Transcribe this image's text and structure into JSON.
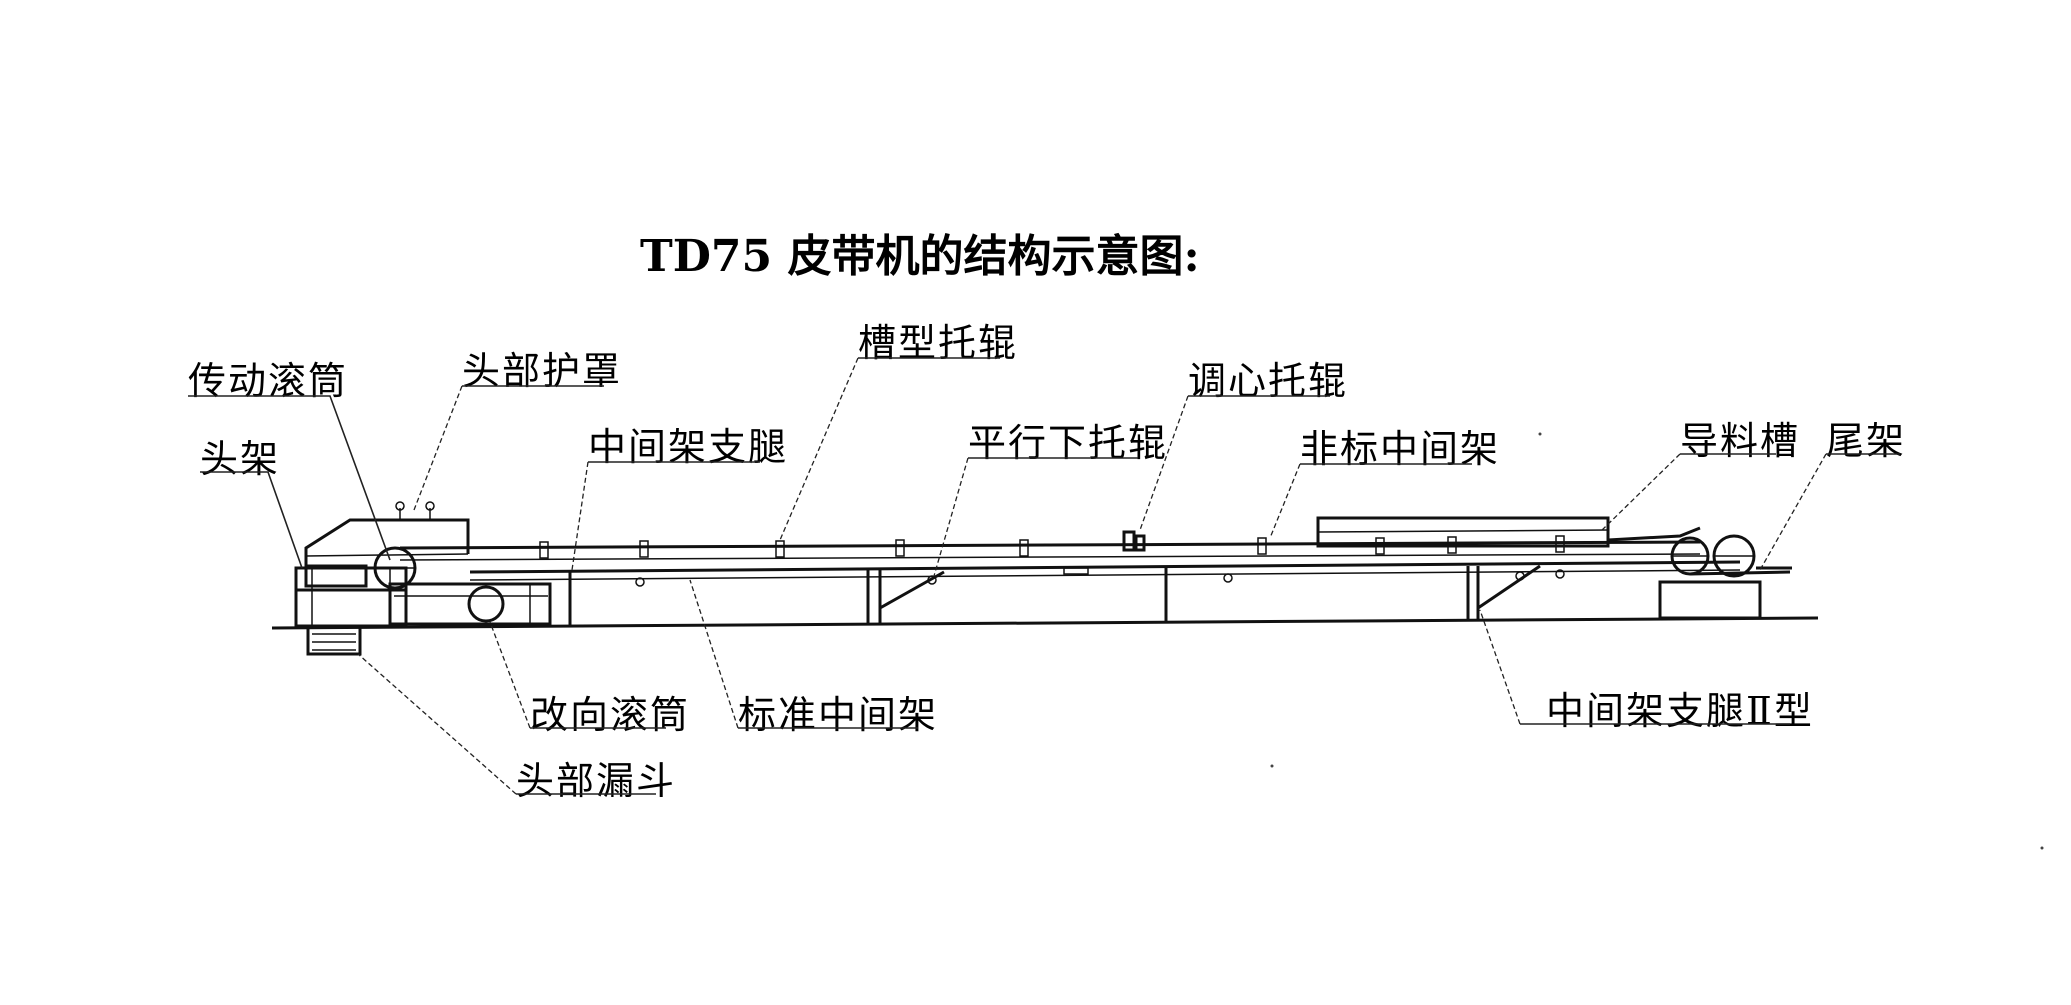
{
  "diagram": {
    "title": "TD75 皮带机的结构示意图:",
    "labels": {
      "drive_pulley": "传动滚筒",
      "head_cover": "头部护罩",
      "trough_idler": "槽型托辊",
      "self_align_idler": "调心托辊",
      "head_frame": "头架",
      "mid_frame_leg": "中间架支腿",
      "flat_return_idler": "平行下托辊",
      "nonstd_mid_frame": "非标中间架",
      "chute": "导料槽",
      "tail_frame": "尾架",
      "bend_pulley": "改向滚筒",
      "std_mid_frame": "标准中间架",
      "head_hopper": "头部漏斗",
      "mid_frame_leg_2": "中间架支腿Ⅱ型"
    }
  }
}
